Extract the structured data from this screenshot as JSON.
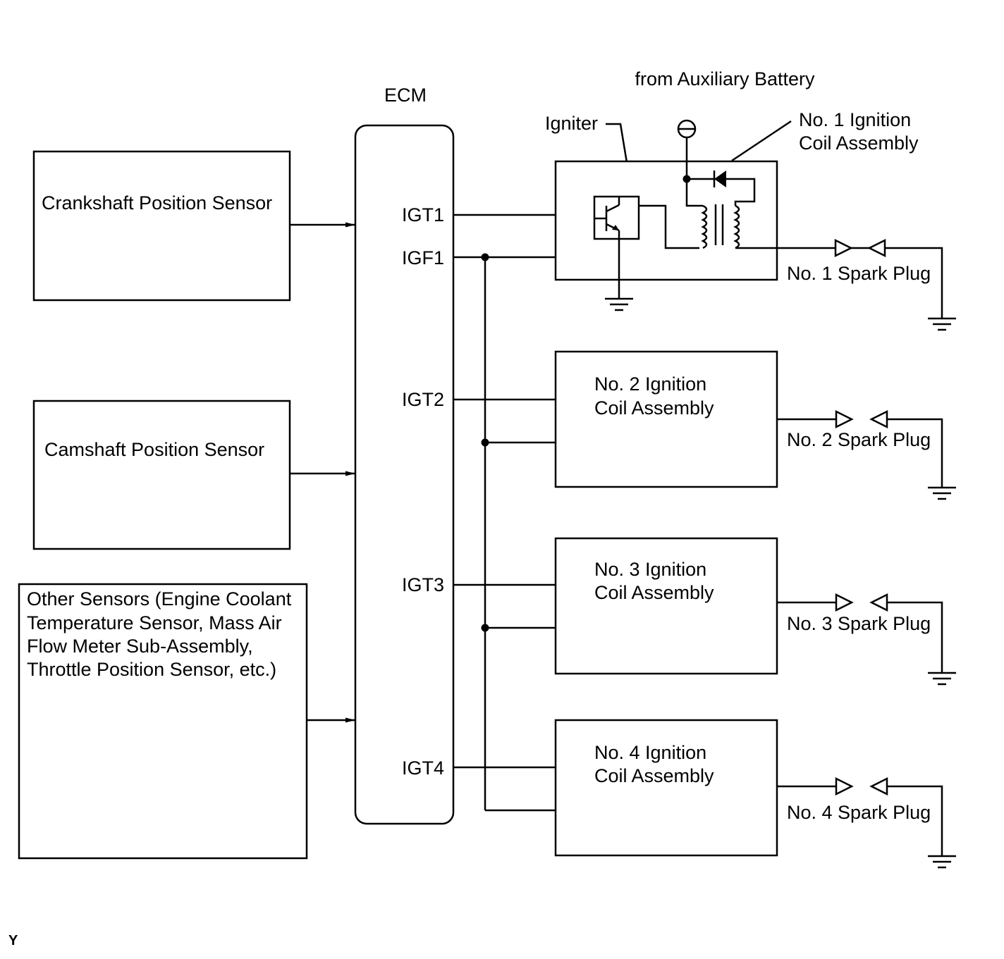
{
  "ecm": {
    "title": "ECM",
    "pins": {
      "igt1": "IGT1",
      "igf1": "IGF1",
      "igt2": "IGT2",
      "igt3": "IGT3",
      "igt4": "IGT4"
    }
  },
  "sensors": {
    "crankshaft": "Crankshaft Position Sensor",
    "camshaft": "Camshaft Position Sensor",
    "other": [
      "Other Sensors (Engine Coolant",
      "Temperature Sensor, Mass Air",
      "Flow Meter Sub-Assembly,",
      "Throttle Position Sensor, etc.)"
    ]
  },
  "power_source": "from Auxiliary Battery",
  "igniter_label": "Igniter",
  "coils": [
    {
      "line1": "No. 1 Ignition",
      "line2": "Coil Assembly"
    },
    {
      "line1": "No. 2 Ignition",
      "line2": "Coil Assembly"
    },
    {
      "line1": "No. 3 Ignition",
      "line2": "Coil Assembly"
    },
    {
      "line1": "No. 4 Ignition",
      "line2": "Coil Assembly"
    }
  ],
  "spark_plugs": [
    "No. 1 Spark Plug",
    "No. 2 Spark Plug",
    "No. 3 Spark Plug",
    "No. 4 Spark Plug"
  ],
  "corner_mark": "Y"
}
